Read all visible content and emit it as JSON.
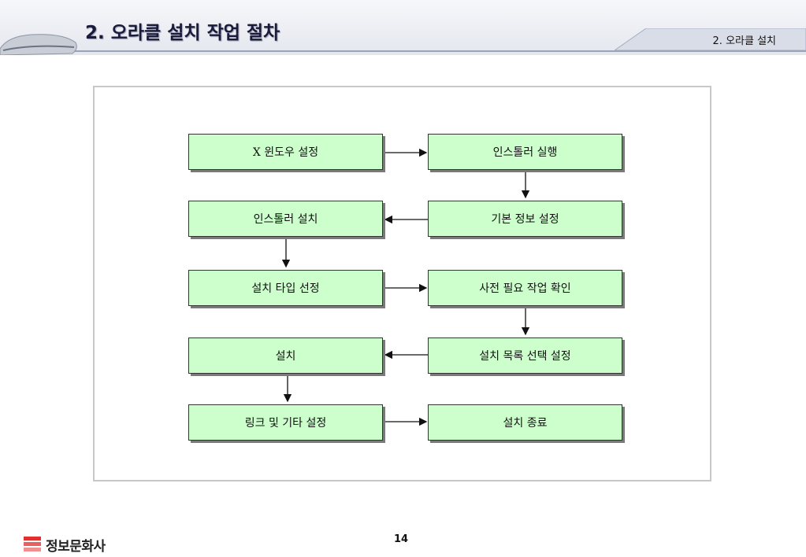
{
  "header": {
    "title": "2. 오라클 설치 작업 절차",
    "section_tab": "2. 오라클 설치"
  },
  "flow": {
    "nodes": [
      {
        "id": "x-window",
        "label": "X 윈도우 설정"
      },
      {
        "id": "run-installer",
        "label": "인스톨러 실행"
      },
      {
        "id": "basic-info",
        "label": "기본 정보 설정"
      },
      {
        "id": "installer-setup",
        "label": "인스톨러 설치"
      },
      {
        "id": "install-type",
        "label": "설치 타입 선정"
      },
      {
        "id": "prereq-check",
        "label": "사전 필요 작업 확인"
      },
      {
        "id": "install-list",
        "label": "설치 목록 선택 설정"
      },
      {
        "id": "install",
        "label": "설치"
      },
      {
        "id": "link-etc",
        "label": "링크 및 기타 설정"
      },
      {
        "id": "install-done",
        "label": "설치 종료"
      }
    ]
  },
  "footer": {
    "page_number": "14",
    "publisher": "정보문화사"
  },
  "colors": {
    "node_fill": "#ccffcc",
    "node_border": "#333333",
    "frame_border": "#c8c8c8",
    "logo_red": "#e03030"
  }
}
